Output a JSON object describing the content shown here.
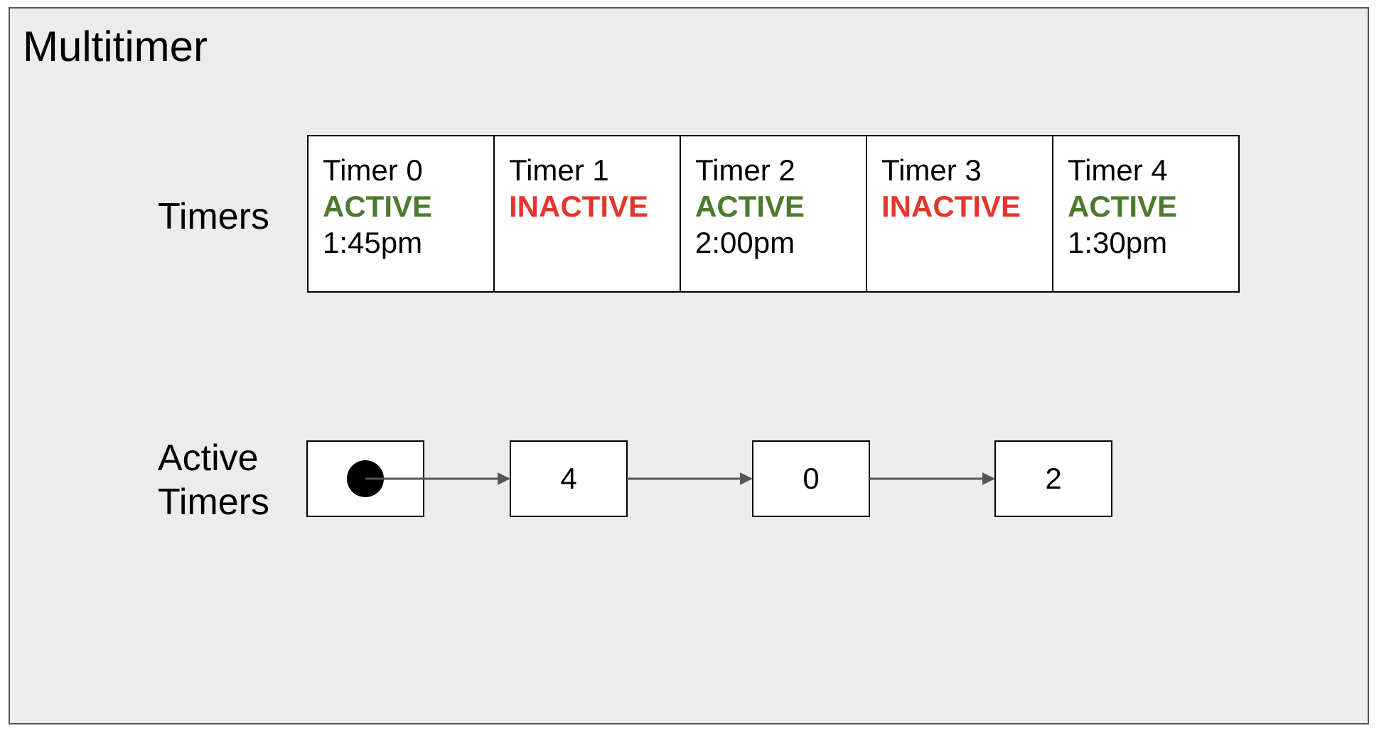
{
  "title": "Multitimer",
  "labels": {
    "timers": "Timers",
    "active_timers_line1": "Active",
    "active_timers_line2": "Timers"
  },
  "timers": [
    {
      "name": "Timer 0",
      "status": "ACTIVE",
      "time": "1:45pm"
    },
    {
      "name": "Timer 1",
      "status": "INACTIVE",
      "time": ""
    },
    {
      "name": "Timer 2",
      "status": "ACTIVE",
      "time": "2:00pm"
    },
    {
      "name": "Timer 3",
      "status": "INACTIVE",
      "time": ""
    },
    {
      "name": "Timer 4",
      "status": "ACTIVE",
      "time": "1:30pm"
    }
  ],
  "active_list": [
    "4",
    "0",
    "2"
  ],
  "colors": {
    "active": "#4c7a2e",
    "inactive": "#e4362c",
    "background": "#ececec",
    "arrow": "#555555"
  }
}
